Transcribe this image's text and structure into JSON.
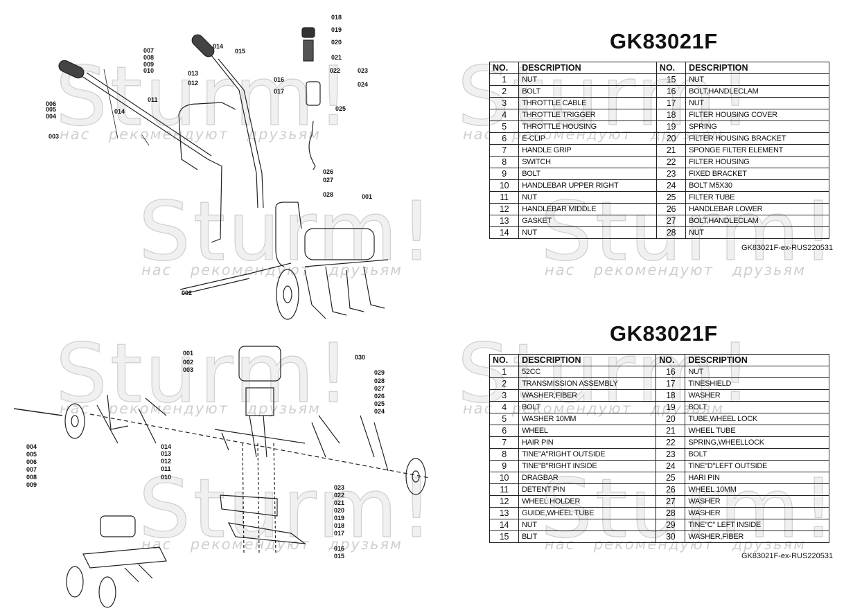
{
  "watermark": {
    "brand": "Sturm!",
    "slogan": "нас рекомендуют друзьям"
  },
  "section1": {
    "title": "GK83021F",
    "headers": [
      "NO.",
      "DESCRIPTION",
      "NO.",
      "DESCRIPTION"
    ],
    "rows": [
      [
        "1",
        "NUT",
        "15",
        "NUT"
      ],
      [
        "2",
        "BOLT",
        "16",
        "BOLT,HANDLECLAM"
      ],
      [
        "3",
        "THROTTLE CABLE",
        "17",
        "NUT"
      ],
      [
        "4",
        "THROTTLE TRIGGER",
        "18",
        "FILTER HOUSING COVER"
      ],
      [
        "5",
        "THROTTLE HOUSING",
        "19",
        "SPRING"
      ],
      [
        "6",
        "E-CLIP",
        "20",
        "FILTER HOUSING BRACKET"
      ],
      [
        "7",
        "HANDLE GRIP",
        "21",
        "SPONGE FILTER ELEMENT"
      ],
      [
        "8",
        "SWITCH",
        "22",
        "FILTER HOUSING"
      ],
      [
        "9",
        "BOLT",
        "23",
        "FIXED BRACKET"
      ],
      [
        "10",
        "HANDLEBAR UPPER RIGHT",
        "24",
        "BOLT  M5X30"
      ],
      [
        "11",
        "NUT",
        "25",
        "FILTER TUBE"
      ],
      [
        "12",
        "HANDLEBAR MIDDLE",
        "26",
        "HANDLEBAR LOWER"
      ],
      [
        "13",
        "GASKET",
        "27",
        "BOLT,HANDLECLAM"
      ],
      [
        "14",
        "NUT",
        "28",
        "NUT"
      ]
    ],
    "code": "GK83021F-ex-RUS220531",
    "callouts": [
      "018",
      "019",
      "020",
      "021",
      "022",
      "023",
      "024",
      "025",
      "007",
      "008",
      "009",
      "010",
      "006",
      "005",
      "004",
      "014",
      "011",
      "003",
      "014",
      "015",
      "013",
      "012",
      "016",
      "017",
      "026",
      "027",
      "028",
      "001",
      "002"
    ]
  },
  "section2": {
    "title": "GK83021F",
    "headers": [
      "NO.",
      "DESCRIPTION",
      "NO.",
      "DESCRIPTION"
    ],
    "rows": [
      [
        "1",
        "52CC",
        "16",
        "NUT"
      ],
      [
        "2",
        "TRANSMISSION ASSEMBLY",
        "17",
        "TINESHIELD"
      ],
      [
        "3",
        "WASHER,FIBER",
        "18",
        "WASHER"
      ],
      [
        "4",
        "BOLT",
        "19",
        "BOLT"
      ],
      [
        "5",
        "WASHER  10MM",
        "20",
        "TUBE,WHEEL LOCK"
      ],
      [
        "6",
        "WHEEL",
        "21",
        "WHEEL TUBE"
      ],
      [
        "7",
        "HAIR PIN",
        "22",
        "SPRING,WHEELLOCK"
      ],
      [
        "8",
        "TINE\"A\"RIGHT OUTSIDE",
        "23",
        "BOLT"
      ],
      [
        "9",
        "TINE\"B\"RIGHT INSIDE",
        "24",
        "TINE\"D\"LEFT OUTSIDE"
      ],
      [
        "10",
        "DRAGBAR",
        "25",
        "HARI PIN"
      ],
      [
        "11",
        "DETENT PIN",
        "26",
        "WHEEL  10MM"
      ],
      [
        "12",
        "WHEEL HOLDER",
        "27",
        "WASHER"
      ],
      [
        "13",
        "GUIDE,WHEEL TUBE",
        "28",
        "WASHER"
      ],
      [
        "14",
        "NUT",
        "29",
        "TINE\"C\" LEFT INSIDE"
      ],
      [
        "15",
        "BLIT",
        "30",
        "WASHER,FIBER"
      ]
    ],
    "code": "GK83021F-ex-RUS220531",
    "callouts": [
      "001",
      "002",
      "003",
      "030",
      "029",
      "028",
      "027",
      "026",
      "025",
      "024",
      "004",
      "005",
      "006",
      "007",
      "008",
      "009",
      "014",
      "013",
      "012",
      "011",
      "010",
      "023",
      "022",
      "021",
      "020",
      "019",
      "018",
      "017",
      "016",
      "015"
    ]
  }
}
